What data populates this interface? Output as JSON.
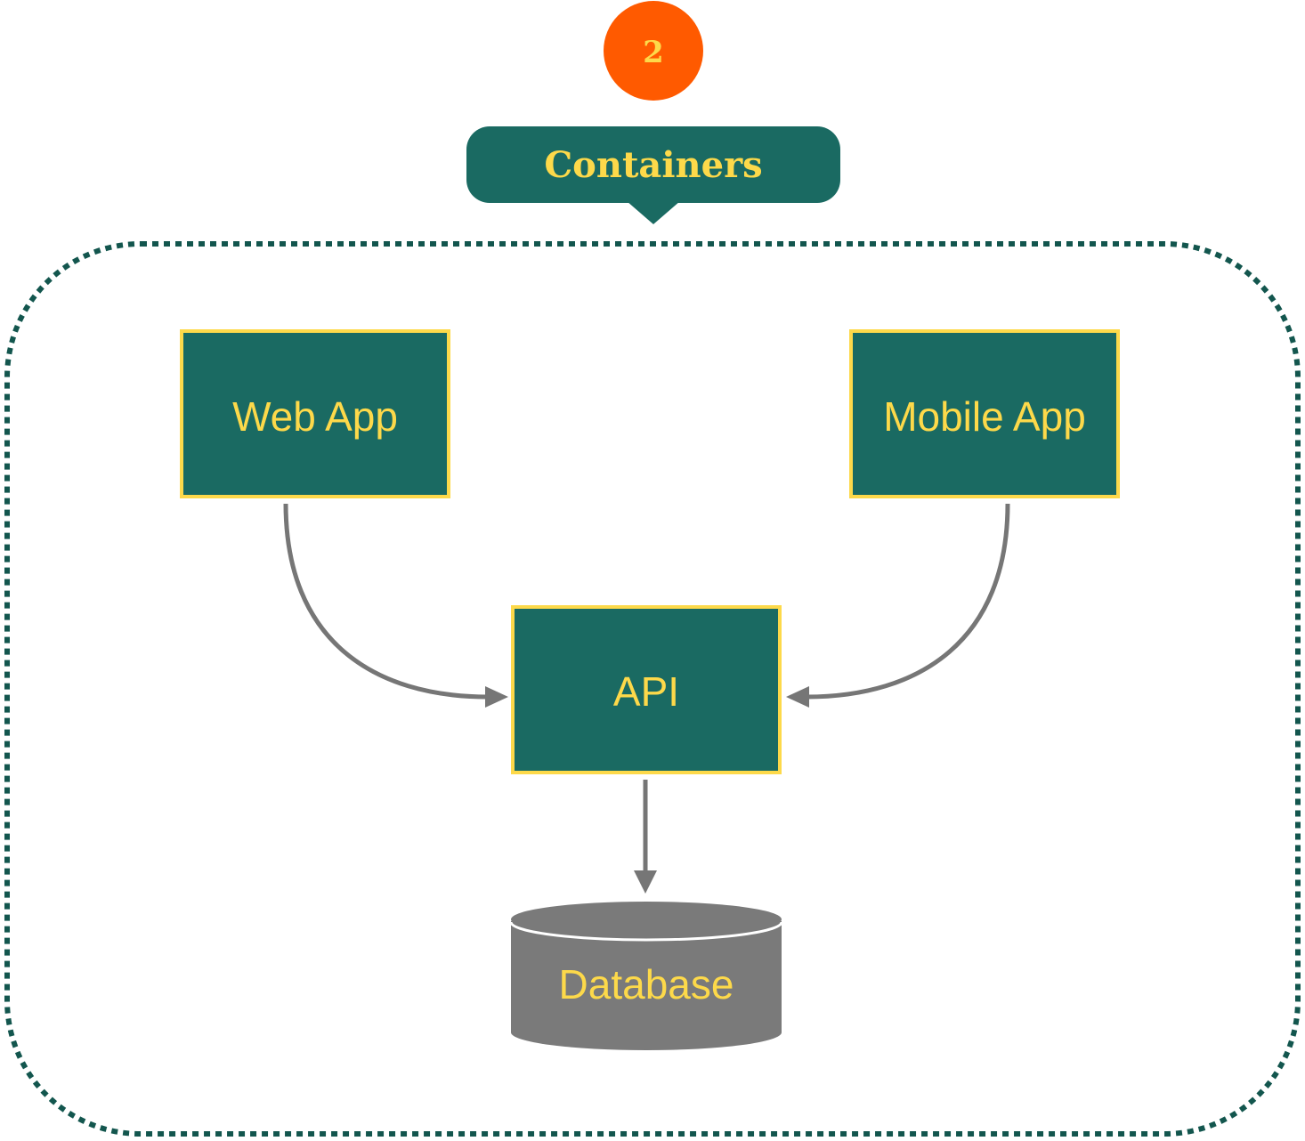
{
  "diagram": {
    "step_badge": {
      "number": "2",
      "color": "#ff5a00",
      "text_color": "#fdd94a"
    },
    "title": {
      "label": "Containers",
      "background": "#1a6a62",
      "text_color": "#fdd94a"
    },
    "boundary": {
      "color": "#13564e",
      "style": "dotted"
    },
    "nodes": [
      {
        "id": "web-app",
        "label": "Web App",
        "shape": "rectangle"
      },
      {
        "id": "mobile-app",
        "label": "Mobile App",
        "shape": "rectangle"
      },
      {
        "id": "api",
        "label": "API",
        "shape": "rectangle"
      },
      {
        "id": "database",
        "label": "Database",
        "shape": "cylinder"
      }
    ],
    "edges": [
      {
        "from": "web-app",
        "to": "api"
      },
      {
        "from": "mobile-app",
        "to": "api"
      },
      {
        "from": "api",
        "to": "database"
      }
    ],
    "colors": {
      "node_fill": "#1a6a62",
      "node_border": "#fdd94a",
      "node_text": "#fdd94a",
      "database_fill": "#7a7a7a",
      "arrow": "#767676"
    }
  }
}
